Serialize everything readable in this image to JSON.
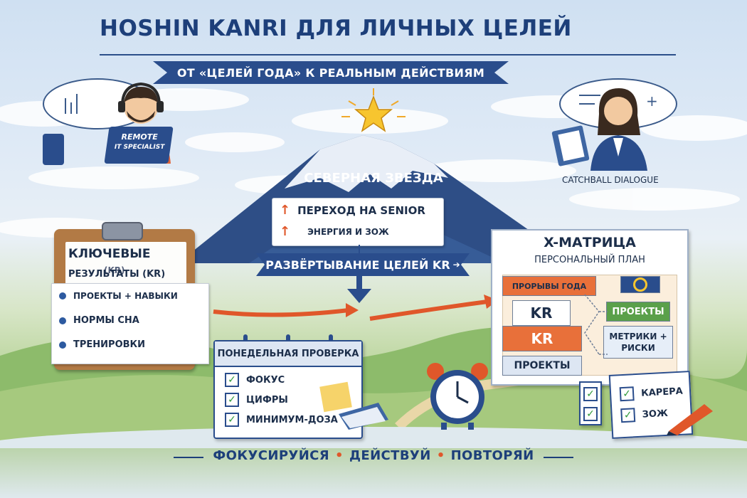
{
  "title": "HOSHIN KANRI ДЛЯ ЛИЧНЫХ ЦЕЛЕЙ",
  "subtitle": "ОТ «ЦЕЛЕЙ ГОДА» К РЕАЛЬНЫМ ДЕЙСТВИЯМ",
  "left_person": {
    "laptop_text_1": "REMOTE",
    "laptop_text_2": "IT SPECIALIST"
  },
  "right_person": {
    "label": "CATCHBALL DIALOGUE",
    "bubble_plus": "+"
  },
  "north_star": {
    "title": "СЕВЕРНАЯ ЗВЕЗДА",
    "items": [
      "ПЕРЕХОД НА SENIOR",
      "ЭНЕРГИЯ И ЗОЖ"
    ],
    "icon": "star-icon"
  },
  "deploy_banner": "РАЗВЁРТЫВАНИЕ ЦЕЛЕЙ KR",
  "key_results": {
    "heading": "КЛЮЧЕВЫЕ",
    "heading_partial": "(KR)",
    "subheading": "РЕЗУЛЬТАТЫ (KR)",
    "items": [
      "ПРОЕКТЫ + НАВЫКИ",
      "НОРМЫ СНА",
      "ТРЕНИРОВКИ"
    ]
  },
  "weekly_check": {
    "title": "ПОНЕДЕЛЬНАЯ ПРОВЕРКА",
    "items": [
      "ФОКУС",
      "ЦИФРЫ",
      "МИНИМУМ-ДОЗА"
    ],
    "check_glyph": "✓"
  },
  "x_matrix": {
    "title": "X-МАТРИЦА",
    "subtitle": "ПЕРСОНАЛЬНЫЙ ПЛАН",
    "cells": {
      "breakthroughs": "ПРОРЫВЫ ГОДА",
      "kr_1": "KR",
      "kr_2": "KR",
      "projects_left": "ПРОЕКТЫ",
      "projects_right": "ПРОЕКТЫ",
      "metrics": "МЕТРИКИ + РИСКИ"
    }
  },
  "category_card": {
    "items": [
      "КАРЕРА",
      "ЗОЖ"
    ]
  },
  "slogan": {
    "parts": [
      "ФОКУСИРУЙСЯ",
      "ДЕЙСТВУЙ",
      "ПОВТОРЯЙ"
    ],
    "separator": "•"
  },
  "colors": {
    "navy": "#2a4d8c",
    "orange": "#e0572a",
    "green": "#5aa04a",
    "yellow": "#f6d36a",
    "red": "#e0572a"
  }
}
